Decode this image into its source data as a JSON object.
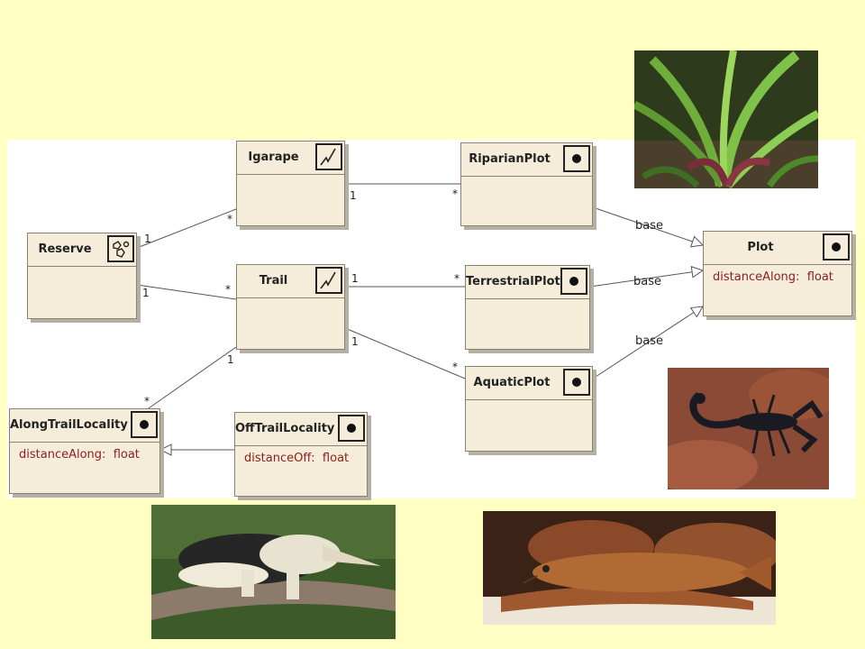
{
  "classes": {
    "igarape": {
      "name": "Igarape",
      "icon": "line-feature-icon"
    },
    "riparian": {
      "name": "RiparianPlot",
      "icon": "point-feature-icon"
    },
    "reserve": {
      "name": "Reserve",
      "icon": "area-feature-icon"
    },
    "trail": {
      "name": "Trail",
      "icon": "line-feature-icon"
    },
    "terrestrial": {
      "name": "TerrestrialPlot",
      "icon": "point-feature-icon"
    },
    "plot": {
      "name": "Plot",
      "icon": "point-feature-icon",
      "attr_name": "distanceAlong:",
      "attr_type": "float"
    },
    "aquatic": {
      "name": "AquaticPlot",
      "icon": "point-feature-icon"
    },
    "along": {
      "name": "AlongTrailLocality",
      "icon": "point-feature-icon",
      "attr_name": "distanceAlong:",
      "attr_type": "float"
    },
    "off": {
      "name": "OffTrailLocality",
      "icon": "point-feature-icon",
      "attr_name": "distanceOff:",
      "attr_type": "float"
    }
  },
  "multiplicities": {
    "reserve_igarape_a": "1",
    "reserve_igarape_b": "*",
    "reserve_trail_a": "1",
    "reserve_trail_b": "*",
    "igarape_riparian_a": "1",
    "igarape_riparian_b": "*",
    "trail_terrestrial_a": "1",
    "trail_terrestrial_b": "*",
    "trail_aquatic_a": "1",
    "trail_aquatic_b": "*",
    "trail_along_a": "1",
    "trail_along_b": "*"
  },
  "edge_labels": {
    "riparian": "base",
    "terrestrial": "base",
    "aquatic": "base"
  },
  "photos": [
    "bromeliad-plant-photo",
    "scorpion-photo",
    "anteater-photo",
    "fish-photo"
  ],
  "colors": {
    "slide_bg": "#ffffc4",
    "class_fill": "#f5ecd9",
    "attr_text": "#8b2020"
  }
}
